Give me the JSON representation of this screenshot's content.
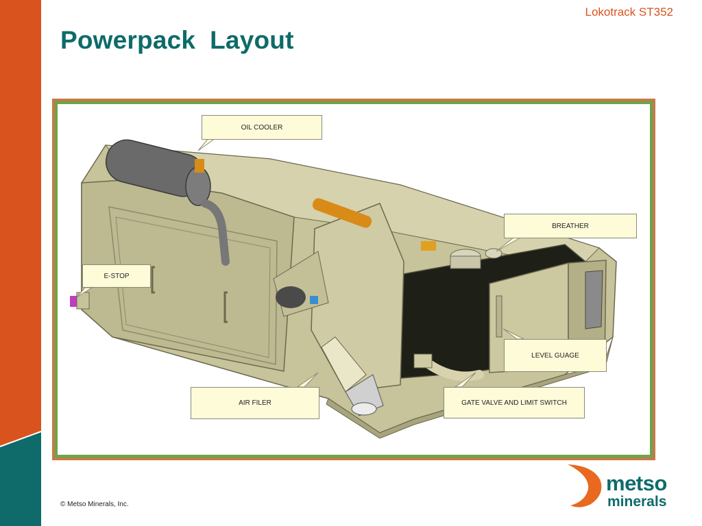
{
  "header": {
    "product": "Lokotrack ST352",
    "title": "Powerpack  Layout"
  },
  "callouts": {
    "oil_cooler": "OIL COOLER",
    "breather": "BREATHER",
    "e_stop": "E-STOP",
    "level_gauge": "LEVEL GUAGE",
    "air_filter": "AIR FILER",
    "gate_valve": "GATE VALVE AND LIMIT SWITCH"
  },
  "footer": {
    "copyright": "© Metso Minerals, Inc."
  },
  "logo": {
    "word1": "metso",
    "word2": "minerals"
  },
  "colors": {
    "orange": "#d9531e",
    "teal": "#0e6b6a",
    "frame_brown": "#c47a4a",
    "frame_green": "#6aa54a",
    "machine_beige": "#c7c39a",
    "callout_bg": "#fefbd9"
  },
  "icons": {
    "logo_mark": "metso-swirl-icon"
  }
}
